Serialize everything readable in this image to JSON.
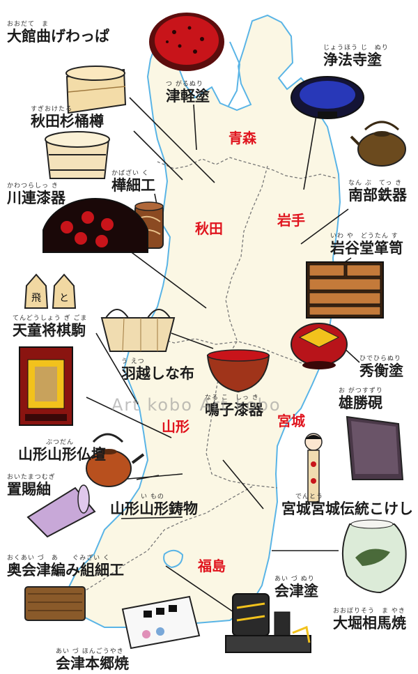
{
  "colors": {
    "land": "#fbf7e4",
    "coast": "#59b4e6",
    "border": "#777777",
    "prefecture_text": "#e0141e",
    "leader": "#1a1a1a"
  },
  "watermark": "Art kobo  Art kobo",
  "prefectures": {
    "aomori": "青森",
    "iwate": "岩手",
    "akita": "秋田",
    "yamagata": "山形",
    "miyagi": "宮城",
    "fukushima": "福島"
  },
  "crafts": {
    "odate_magewappa": {
      "ruby": "おおだて　ま",
      "name": "大館曲げわっぱ",
      "icon": "bentwood-box-icon"
    },
    "tsugaru_nuri": {
      "ruby": "つ がるぬり",
      "name": "津軽塗",
      "icon": "lacquer-plate-icon"
    },
    "johoji_nuri": {
      "ruby": "じょうほう じ　ぬり",
      "name": "浄法寺塗",
      "icon": "lacquer-bowl-icon"
    },
    "akita_sugi_okedaru": {
      "ruby": "すぎおけたる",
      "name": "秋田杉桶樽",
      "icon": "wooden-tub-icon"
    },
    "kabazaiku": {
      "ruby": "かばざい く",
      "name": "樺細工",
      "icon": "bark-tea-caddy-icon"
    },
    "nambu_tekki": {
      "ruby": "なん ぶ　てっ き",
      "name": "南部鉄器",
      "icon": "iron-kettle-icon"
    },
    "kawatsura_shikki": {
      "ruby": "かわつらしっ き",
      "name": "川連漆器",
      "icon": "lacquer-tray-icon"
    },
    "iwayado_tansu": {
      "ruby": "いわ や　どうたん す",
      "name": "岩谷堂箪笥",
      "icon": "chest-of-drawers-icon"
    },
    "tendo_shogi_koma": {
      "ruby": "てんどうしょう ぎ ごま",
      "name": "天童将棋駒",
      "icon": "shogi-piece-icon"
    },
    "uetsu_shinafu": {
      "ruby": "う えつ",
      "name": "羽越しな布",
      "icon": "woven-bag-icon"
    },
    "hidehira_nuri": {
      "ruby": "ひでひらぬり",
      "name": "秀衡塗",
      "icon": "lacquer-box-icon"
    },
    "naruko_shikki": {
      "ruby": "なる こ　しっ き",
      "name": "鳴子漆器",
      "icon": "red-bowl-icon"
    },
    "ogatsu_suzuri": {
      "ruby": "お がつすずり",
      "name": "雄勝硯",
      "icon": "inkstone-icon"
    },
    "yamagata_butsudan": {
      "ruby": "ぶつだん",
      "name": "山形仏壇",
      "icon": "buddhist-altar-icon"
    },
    "oitama_tsumugi": {
      "ruby": "おいたまつむぎ",
      "name": "置賜紬",
      "icon": "fabric-roll-icon"
    },
    "yamagata_imono": {
      "ruby": "い もの",
      "name": "山形鋳物",
      "icon": "cast-iron-kettle-icon"
    },
    "miyagi_kokeshi": {
      "ruby": "でんとう",
      "name": "宮城伝統こけし",
      "icon": "kokeshi-doll-icon"
    },
    "okuaizu_amikumi": {
      "ruby": "おくあい づ　あ　　ぐみざい く",
      "name": "奥会津編み組細工",
      "icon": "woven-mat-icon"
    },
    "aizu_nuri": {
      "ruby": "あい づ ぬり",
      "name": "会津塗",
      "icon": "lacquer-set-icon"
    },
    "obori_soma_yaki": {
      "ruby": "おおぼりそう　ま やき",
      "name": "大堀相馬焼",
      "icon": "horse-vase-icon"
    },
    "aizu_hongo_yaki": {
      "ruby": "あい づ ほんごうやき",
      "name": "会津本郷焼",
      "icon": "ceramic-box-icon"
    }
  }
}
